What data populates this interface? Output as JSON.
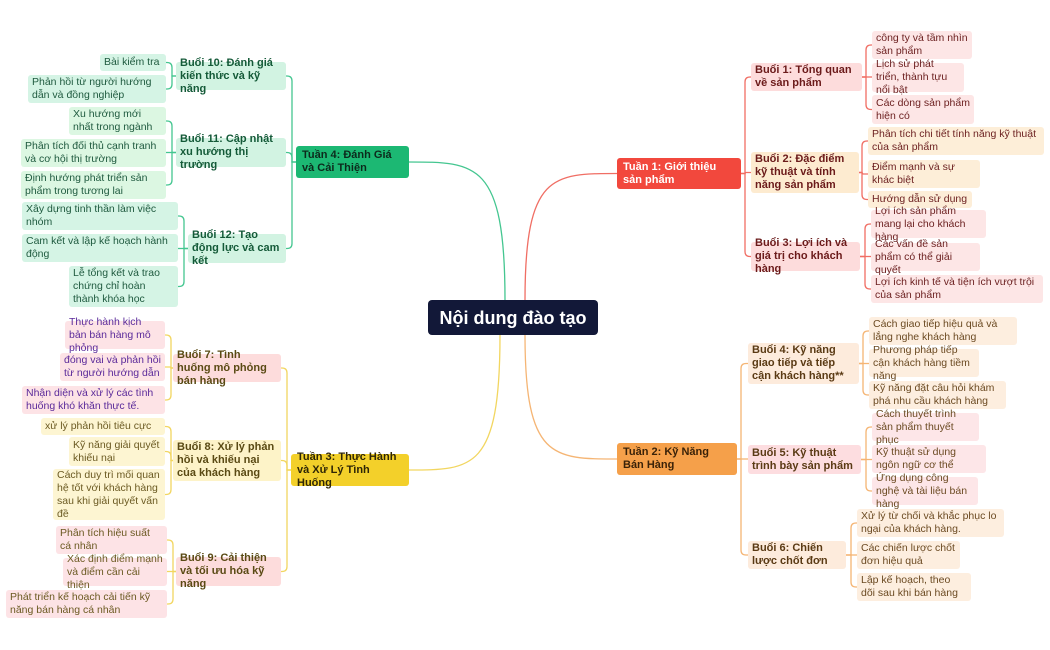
{
  "root": {
    "title": "Nội dung đào tạo"
  },
  "branches": [
    {
      "title": "Tuần 1: Giới thiệu sản phẩm",
      "color": "#f2483d",
      "text_color": "#ffffff",
      "line_color": "#f06e64",
      "sessions": [
        {
          "title": "Buổi 1: Tổng quan về sản phẩm",
          "bg": "#fddcdc",
          "text_color": "#6b1a1a",
          "item_bg": "#fde6e6",
          "item_text": "#6b1f1f",
          "items": [
            "công ty và tầm nhìn sản phẩm",
            "Lịch sử phát triển, thành tựu nổi bật",
            "Các dòng sản phẩm hiện có"
          ]
        },
        {
          "title": "Buổi 2: Đặc điểm kỹ thuật và tính năng sản phẩm",
          "bg": "#fdebd0",
          "text_color": "#6b1a1a",
          "item_bg": "#fdeed8",
          "item_text": "#6b1f1f",
          "items": [
            "Phân tích chi tiết tính năng kỹ thuật của sản phẩm",
            "Điểm mạnh và sự khác biệt",
            "Hướng dẫn sử dụng"
          ]
        },
        {
          "title": "Buổi 3: Lợi ích và giá trị cho khách hàng",
          "bg": "#fddcdc",
          "text_color": "#6b1a1a",
          "item_bg": "#fde6e6",
          "item_text": "#6b1f1f",
          "items": [
            "Lợi ích sản phẩm mang lại cho khách hàng",
            "Các vấn đề sản phẩm có thể giải quyết",
            "Lợi ích kinh tế và tiện ích vượt trội của sản phẩm"
          ]
        }
      ]
    },
    {
      "title": "Tuần 2: Kỹ Năng Bán Hàng",
      "color": "#f5a04a",
      "text_color": "#3a2208",
      "line_color": "#f5b574",
      "sessions": [
        {
          "title": "Buổi 4: Kỹ năng giao tiếp và tiếp cận khách hàng**",
          "bg": "#fdebdc",
          "text_color": "#5a3a14",
          "item_bg": "#fdeedf",
          "item_text": "#6b4a22",
          "items": [
            "Cách giao tiếp hiệu quả và lắng nghe khách hàng",
            "Phương pháp tiếp cận khách hàng tiềm năng",
            "Kỹ năng đặt câu hỏi khám phá nhu cầu khách hàng"
          ]
        },
        {
          "title": "Buổi 5: Kỹ thuật trình bày sản phẩm",
          "bg": "#fddde0",
          "text_color": "#5a3a14",
          "item_bg": "#fde6e8",
          "item_text": "#6b4a22",
          "items": [
            "Cách thuyết trình sản phẩm thuyết phục",
            "Kỹ thuật sử dụng ngôn ngữ cơ thể",
            "Ứng dụng công nghệ và tài liệu bán hàng"
          ]
        },
        {
          "title": "Buổi 6: Chiến lược chốt đơn",
          "bg": "#fdebdc",
          "text_color": "#5a3a14",
          "item_bg": "#fdeedf",
          "item_text": "#6b4a22",
          "items": [
            "Xử lý từ chối và khắc phục lo ngại của khách hàng.",
            "Các chiến lược chốt đơn hiệu quả",
            "Lập kế hoạch, theo dõi sau khi bán hàng"
          ]
        }
      ]
    },
    {
      "title": "Tuần 3: Thực Hành và Xử Lý Tình Huống",
      "color": "#f3d02a",
      "text_color": "#2e2606",
      "line_color": "#f2d660",
      "sessions": [
        {
          "title": "Buổi 7: Tình huống mô phỏng bán hàng",
          "bg": "#fddcdc",
          "text_color": "#5a4a14",
          "item_bg": "#fde3e6",
          "item_text": "#5b2a9a",
          "items": [
            "Thực hành kịch bản bán hàng mô phỏng",
            "đóng vai và phản hồi từ người hướng dẫn",
            "Nhận diện và xử lý các tình huống khó khăn thực tế."
          ]
        },
        {
          "title": "Buổi 8: Xử lý phản hồi và khiếu nại của khách hàng",
          "bg": "#fdf3c8",
          "text_color": "#5a4a14",
          "item_bg": "#fdf5d2",
          "item_text": "#6b5a22",
          "items": [
            "xử lý phản hồi tiêu cực",
            "Kỹ năng giải quyết khiếu nại",
            "Cách duy trì mối quan hệ tốt với khách hàng sau khi giải quyết vấn đề"
          ]
        },
        {
          "title": "Buổi 9: Cải thiện và tối ưu hóa kỹ năng",
          "bg": "#fddcdc",
          "text_color": "#5a4a14",
          "item_bg": "#fde3e6",
          "item_text": "#6b5a22",
          "items": [
            "Phân tích hiệu suất cá nhân",
            "Xác định điểm mạnh và điểm cần cải thiện",
            "Phát triển kế hoạch cải tiến kỹ năng bán hàng cá nhân"
          ]
        }
      ]
    },
    {
      "title": "Tuần 4: Đánh Giá và Cải Thiện",
      "color": "#1cb873",
      "text_color": "#0c2a1c",
      "line_color": "#44c690",
      "sessions": [
        {
          "title": "Buổi 10: Đánh giá kiến thức và kỹ năng",
          "bg": "#d2f3e2",
          "text_color": "#145a38",
          "item_bg": "#d5f4e5",
          "item_text": "#1f5a3f",
          "items": [
            "Bài kiểm tra",
            "Phản hồi từ người hướng dẫn và đồng nghiệp"
          ]
        },
        {
          "title": "Buổi 11: Cập nhật xu hướng thị trường",
          "bg": "#d2f3e2",
          "text_color": "#145a38",
          "item_bg": "#dcf7e2",
          "item_text": "#1f5a3f",
          "items": [
            "Xu hướng mới nhất trong ngành",
            "Phân tích đối thủ cạnh tranh và cơ hội thị trường",
            "Định hướng phát triển sản phẩm trong tương lai"
          ]
        },
        {
          "title": "Buổi 12: Tạo động lực và cam kết",
          "bg": "#d2f3e2",
          "text_color": "#145a38",
          "item_bg": "#d5f4e5",
          "item_text": "#1f5a3f",
          "items": [
            "Xây dựng tinh thần làm việc nhóm",
            "Cam kết và lập kế hoạch hành động",
            "Lễ tổng kết và trao chứng chỉ hoàn thành khóa học"
          ]
        }
      ]
    }
  ]
}
